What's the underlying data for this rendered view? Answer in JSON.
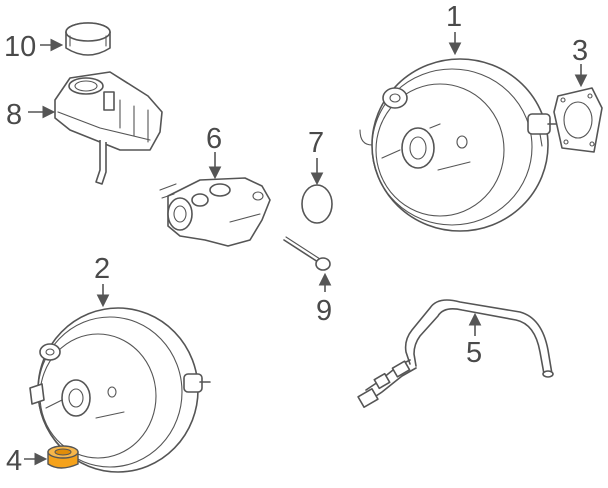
{
  "diagram": {
    "callouts": [
      {
        "id": "1",
        "label": "1"
      },
      {
        "id": "2",
        "label": "2"
      },
      {
        "id": "3",
        "label": "3"
      },
      {
        "id": "4",
        "label": "4"
      },
      {
        "id": "5",
        "label": "5"
      },
      {
        "id": "6",
        "label": "6"
      },
      {
        "id": "7",
        "label": "7"
      },
      {
        "id": "8",
        "label": "8"
      },
      {
        "id": "9",
        "label": "9"
      },
      {
        "id": "10",
        "label": "10"
      }
    ],
    "highlight_color": "#f5a21b",
    "line_color": "#555555"
  }
}
